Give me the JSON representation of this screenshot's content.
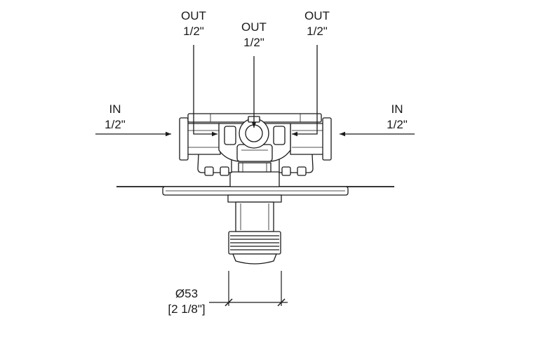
{
  "labels": {
    "out_left": {
      "line1": "OUT",
      "line2": "1/2\""
    },
    "out_center": {
      "line1": "OUT",
      "line2": "1/2\""
    },
    "out_right": {
      "line1": "OUT",
      "line2": "1/2\""
    },
    "in_left": {
      "line1": "IN",
      "line2": "1/2\""
    },
    "in_right": {
      "line1": "IN",
      "line2": "1/2\""
    },
    "dimension": {
      "line1": "Ø53",
      "line2": "[2 1/8\"]"
    }
  },
  "colors": {
    "line": "#1a1a1a",
    "fill": "#ffffff"
  }
}
